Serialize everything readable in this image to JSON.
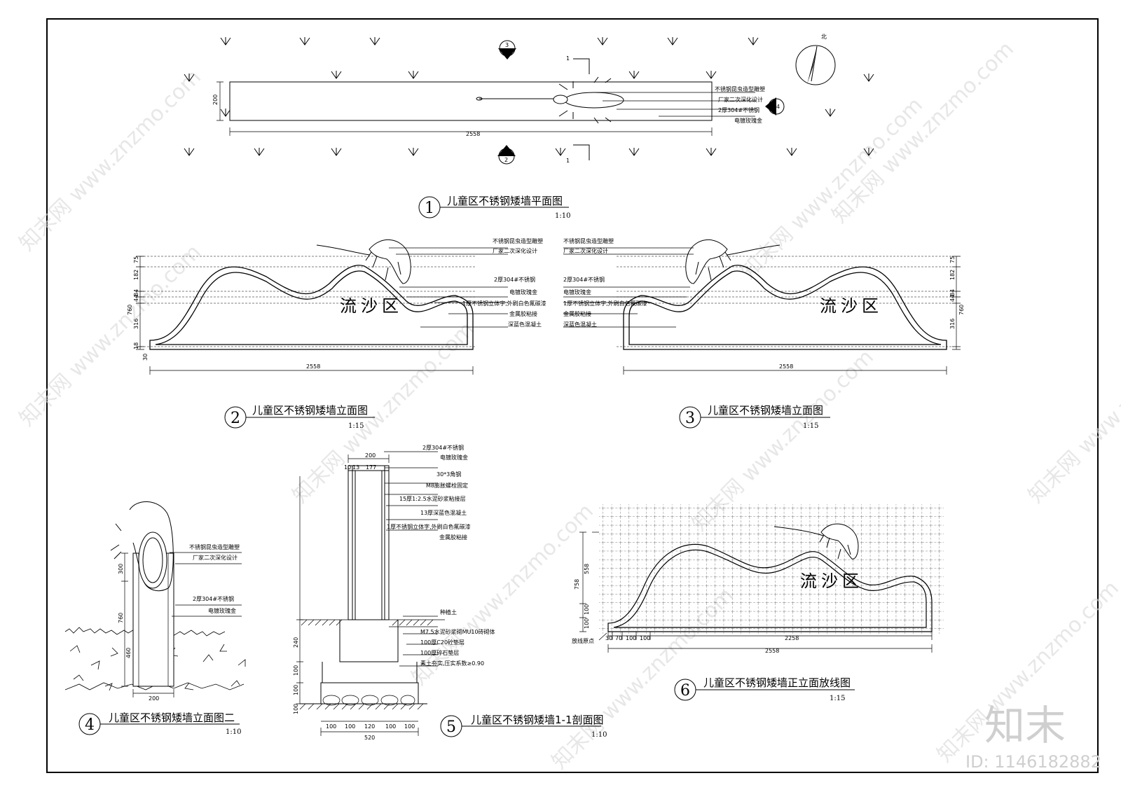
{
  "titles": {
    "plan": "儿童区不锈钢矮墙平面图",
    "elevation_a": "儿童区不锈钢矮墙立面图",
    "elevation_b": "儿童区不锈钢矮墙立面图",
    "elevation_c": "儿童区不锈钢矮墙立面图二",
    "section": "儿童区不锈钢矮墙1-1剖面图",
    "setout": "儿童区不锈钢矮墙正立面放线图"
  },
  "markers": {
    "plan": "1",
    "elevation_a": "2",
    "elevation_b": "3",
    "elevation_c": "4",
    "section": "5",
    "setout": "6"
  },
  "scales": {
    "plan": "1:10",
    "elevation_a": "1:15",
    "elevation_b": "1:15",
    "elevation_c": "1:10",
    "section": "1:10",
    "setout": "1:15"
  },
  "sign_text": "流沙区",
  "notes": {
    "sculpture": "不锈钢昆虫造型雕塑",
    "factory": "厂家二次深化设计",
    "steel_304": "2厚304#不锈钢",
    "plating": "电镀玫瑰金",
    "letters": "1厚不锈钢立体字,外刷白色氟碳漆",
    "glue": "金属胶粘接",
    "concrete": "深蓝色混凝土",
    "angle": "30*3角钢",
    "bolt": "M8膨胀螺栓固定",
    "mortar": "15厚1:2.5水泥砂浆粘接层",
    "blue_concrete": "13厚深蓝色混凝土",
    "soil": "种植土",
    "brick": "M7.5水泥砂浆砌MU10砖砌体",
    "c20": "100厚C20砼垫层",
    "gravel": "100厚碎石垫层",
    "compact": "素土夯实,压实系数≥0.90",
    "origin": "放线原点"
  },
  "plan_notes": {
    "sculpture": "不锈钢昆虫造型雕塑",
    "factory": "厂家二次深化设计",
    "steel": "2厚304#不锈钢",
    "plating": "电镀玫瑰金"
  },
  "dims": {
    "plan_len": "2558",
    "plan_w": "200",
    "elev_h": "760",
    "elev_a": "75",
    "elev_b": "182",
    "elev_c": "84",
    "elev_d": "44",
    "elev_e": "316",
    "elev_f": "18",
    "elev_g": "30",
    "elev_len": "2558",
    "det4_a": "300",
    "det4_b": "760",
    "det4_c": "460",
    "det4_w": "200",
    "sec_w": "200",
    "sec_a": "10",
    "sec_b": "13",
    "sec_c": "177",
    "sec_h1": "240",
    "sec_h2": "100",
    "sec_h3": "100",
    "sec_h4": "100",
    "sec_b1": "100",
    "sec_b2": "100",
    "sec_b3": "120",
    "sec_b4": "100",
    "sec_b5": "100",
    "sec_total": "520",
    "so_h": "758",
    "so_h1": "558",
    "so_h2": "100",
    "so_h3": "100",
    "so_b1": "30",
    "so_b2": "70",
    "so_b3": "100",
    "so_b4": "100",
    "so_b5": "2258",
    "so_total": "2558"
  },
  "cut_labels": {
    "a": "1",
    "b": "1",
    "c": "2",
    "d": "3",
    "e": "4"
  },
  "north_label": "北",
  "watermark": "知末网 www.znzmo.com",
  "brand": "知末",
  "id_text": "ID: 1146182882"
}
